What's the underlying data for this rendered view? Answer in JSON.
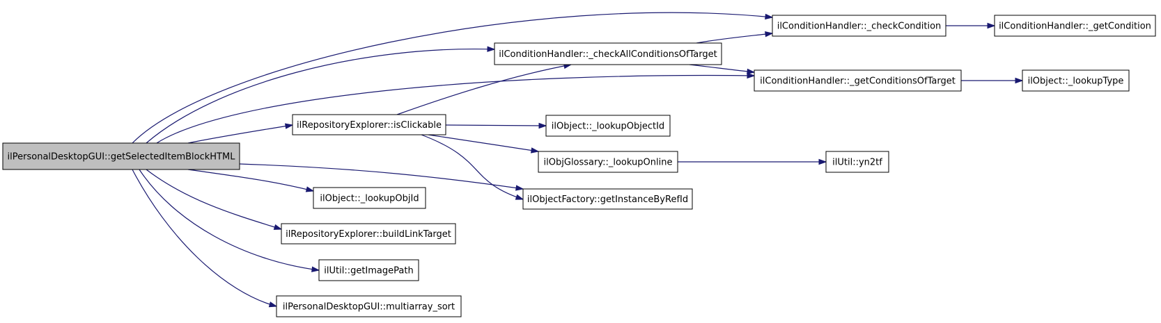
{
  "colors": {
    "edge": "#191970",
    "root_fill": "#bfbfbf",
    "node_fill": "#ffffff",
    "node_border": "#000000"
  },
  "nodes": [
    {
      "id": "root",
      "label": "ilPersonalDesktopGUI::getSelectedItemBlockHTML"
    },
    {
      "id": "checkCondition",
      "label": "ilConditionHandler::_checkCondition"
    },
    {
      "id": "getCondition",
      "label": "ilConditionHandler::_getCondition"
    },
    {
      "id": "checkAll",
      "label": "ilConditionHandler::_checkAllConditionsOfTarget"
    },
    {
      "id": "getCondOfTarget",
      "label": "ilConditionHandler::_getConditionsOfTarget"
    },
    {
      "id": "lookupType",
      "label": "ilObject::_lookupType"
    },
    {
      "id": "isClickable",
      "label": "ilRepositoryExplorer::isClickable"
    },
    {
      "id": "lookupObjectId",
      "label": "ilObject::_lookupObjectId"
    },
    {
      "id": "lookupOnline",
      "label": "ilObjGlossary::_lookupOnline"
    },
    {
      "id": "yn2tf",
      "label": "ilUtil::yn2tf"
    },
    {
      "id": "getInstance",
      "label": "ilObjectFactory::getInstanceByRefId"
    },
    {
      "id": "lookupObjId",
      "label": "ilObject::_lookupObjId"
    },
    {
      "id": "buildLink",
      "label": "ilRepositoryExplorer::buildLinkTarget"
    },
    {
      "id": "getImagePath",
      "label": "ilUtil::getImagePath"
    },
    {
      "id": "multiarray",
      "label": "ilPersonalDesktopGUI::multiarray_sort"
    }
  ],
  "edges": [
    [
      "root",
      "checkCondition"
    ],
    [
      "root",
      "checkAll"
    ],
    [
      "root",
      "getCondOfTarget"
    ],
    [
      "root",
      "isClickable"
    ],
    [
      "root",
      "getInstance"
    ],
    [
      "root",
      "lookupObjId"
    ],
    [
      "root",
      "buildLink"
    ],
    [
      "root",
      "getImagePath"
    ],
    [
      "root",
      "multiarray"
    ],
    [
      "checkCondition",
      "getCondition"
    ],
    [
      "checkAll",
      "checkCondition"
    ],
    [
      "checkAll",
      "getCondOfTarget"
    ],
    [
      "getCondOfTarget",
      "lookupType"
    ],
    [
      "isClickable",
      "checkAll"
    ],
    [
      "isClickable",
      "lookupObjectId"
    ],
    [
      "isClickable",
      "lookupOnline"
    ],
    [
      "isClickable",
      "getInstance"
    ],
    [
      "lookupOnline",
      "yn2tf"
    ]
  ]
}
